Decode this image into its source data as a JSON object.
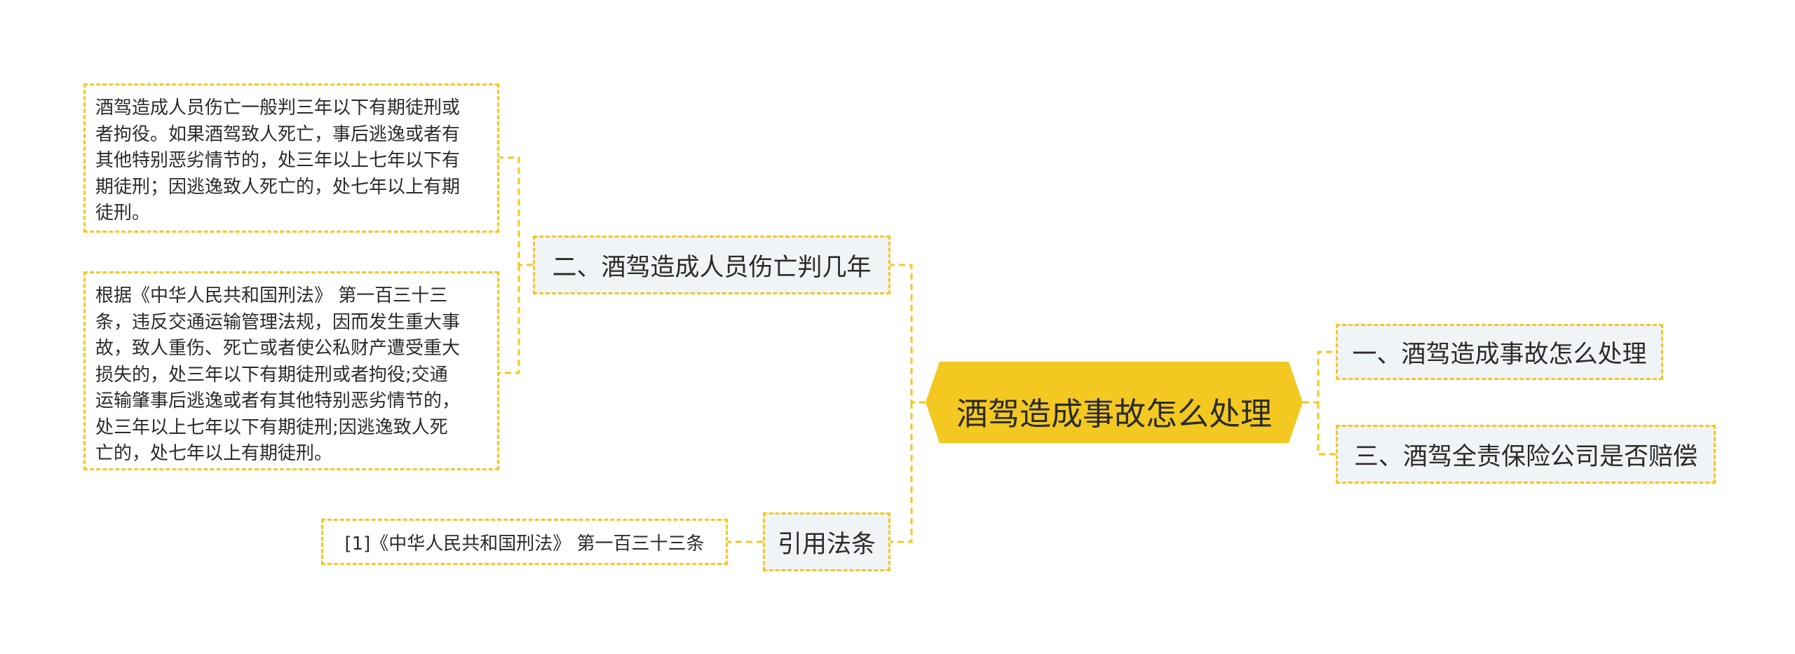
{
  "colors": {
    "accent": "#f3c820",
    "branch_fill": "#f1f4f6",
    "leaf_fill": "#ffffff",
    "text": "#2b2b2b"
  },
  "center": {
    "label": "酒驾造成事故怎么处理"
  },
  "right_branches": [
    {
      "label": "一、酒驾造成事故怎么处理"
    },
    {
      "label": "三、酒驾全责保险公司是否赔偿"
    }
  ],
  "left_branches": [
    {
      "label": "二、酒驾造成人员伤亡判几年",
      "details": [
        {
          "lines": [
            "酒驾造成人员伤亡一般判三年以下有期徒刑或",
            "者拘役。如果酒驾致人死亡，事后逃逸或者有",
            "其他特别恶劣情节的，处三年以上七年以下有",
            "期徒刑；因逃逸致人死亡的，处七年以上有期",
            "徒刑。"
          ]
        },
        {
          "lines": [
            "根据《中华人民共和国刑法》 第一百三十三",
            "条，违反交通运输管理法规，因而发生重大事",
            "故，致人重伤、死亡或者使公私财产遭受重大",
            "损失的，处三年以下有期徒刑或者拘役;交通",
            "运输肇事后逃逸或者有其他特别恶劣情节的，",
            "处三年以上七年以下有期徒刑;因逃逸致人死",
            "亡的，处七年以上有期徒刑。"
          ]
        }
      ]
    },
    {
      "label": "引用法条",
      "details": [
        {
          "text": "[1]《中华人民共和国刑法》 第一百三十三条"
        }
      ]
    }
  ]
}
